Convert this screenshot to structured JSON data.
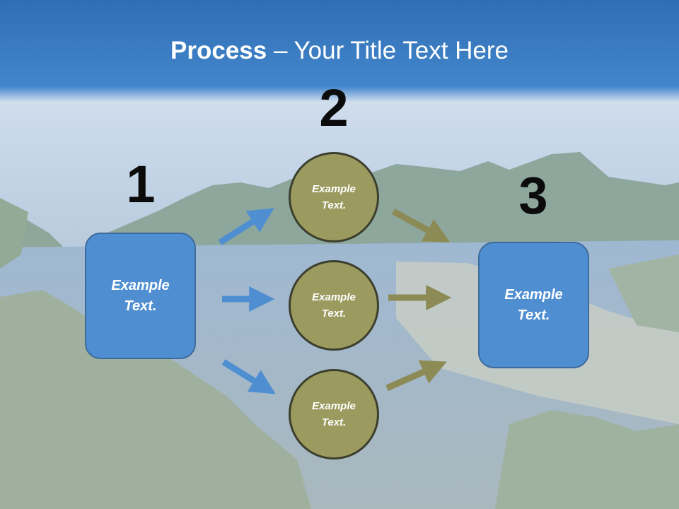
{
  "title": {
    "bold": "Process",
    "rest": " – Your Title Text Here"
  },
  "steps": [
    {
      "number": "1",
      "text_line1": "Example",
      "text_line2": "Text."
    },
    {
      "number": "2"
    },
    {
      "number": "3",
      "text_line1": "Example",
      "text_line2": "Text."
    }
  ],
  "circles": [
    {
      "line1": "Example",
      "line2": "Text."
    },
    {
      "line1": "Example",
      "line2": "Text."
    },
    {
      "line1": "Example",
      "line2": "Text."
    }
  ],
  "colors": {
    "box": "#4f8fd1",
    "circle": "#9b9a5f",
    "arrow_blue": "#4f8fd1",
    "arrow_olive": "#8c8b55",
    "header": "#3d7cc2"
  }
}
